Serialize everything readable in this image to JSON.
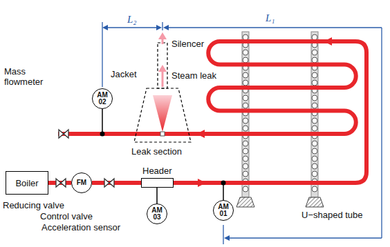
{
  "diagram": {
    "nodes": [
      {
        "text": [
          "AM 02"
        ]
      },
      {
        "text": [
          "Boiler"
        ]
      },
      {
        "text": [
          "FM"
        ]
      },
      {
        "text": [
          "Header"
        ]
      },
      {
        "text": [
          "AM 01"
        ]
      },
      {
        "text": [
          "AM 03"
        ]
      }
    ],
    "edges": [
      {
        "from": 1,
        "to": 2,
        "arrow": "none"
      },
      {
        "from": 2,
        "to": 3,
        "arrow": "none"
      },
      {
        "from": 3,
        "to": 5,
        "arrow": "none"
      }
    ],
    "labels": [
      "L₂",
      "L₁",
      "Silencer",
      "Jacket",
      "Steam leak",
      "Mass flowmeter",
      "Leak section",
      "Reducing valve",
      "Control valve",
      "Acceleration sensor",
      "U−shaped tube"
    ]
  }
}
